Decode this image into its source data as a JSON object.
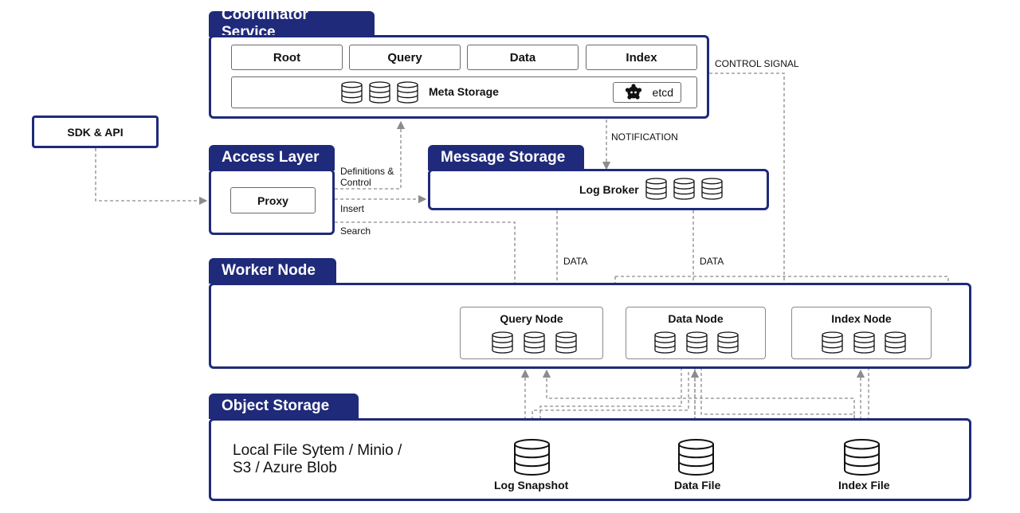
{
  "coordinator": {
    "title": "Coordinator Service",
    "modules": [
      "Root",
      "Query",
      "Data",
      "Index"
    ],
    "meta_storage": "Meta Storage",
    "etcd": "etcd"
  },
  "sdk": {
    "label": "SDK & API"
  },
  "access": {
    "title": "Access Layer",
    "proxy": "Proxy"
  },
  "message": {
    "title": "Message Storage",
    "broker": "Log Broker"
  },
  "worker": {
    "title": "Worker Node",
    "nodes": [
      "Query Node",
      "Data Node",
      "Index Node"
    ]
  },
  "object": {
    "title": "Object Storage",
    "description_line1": "Local File Sytem / Minio /",
    "description_line2": "S3 / Azure Blob",
    "stores": [
      "Log Snapshot",
      "Data File",
      "Index File"
    ]
  },
  "edges": {
    "control_signal": "CONTROL SIGNAL",
    "notification": "NOTIFICATION",
    "definitions_line1": "Definitions &",
    "definitions_line2": "Control",
    "insert": "Insert",
    "search": "Search",
    "data_left": "DATA",
    "data_right": "DATA"
  },
  "colors": {
    "frame": "#1f2a7a",
    "arrow": "#8c8c8c"
  }
}
